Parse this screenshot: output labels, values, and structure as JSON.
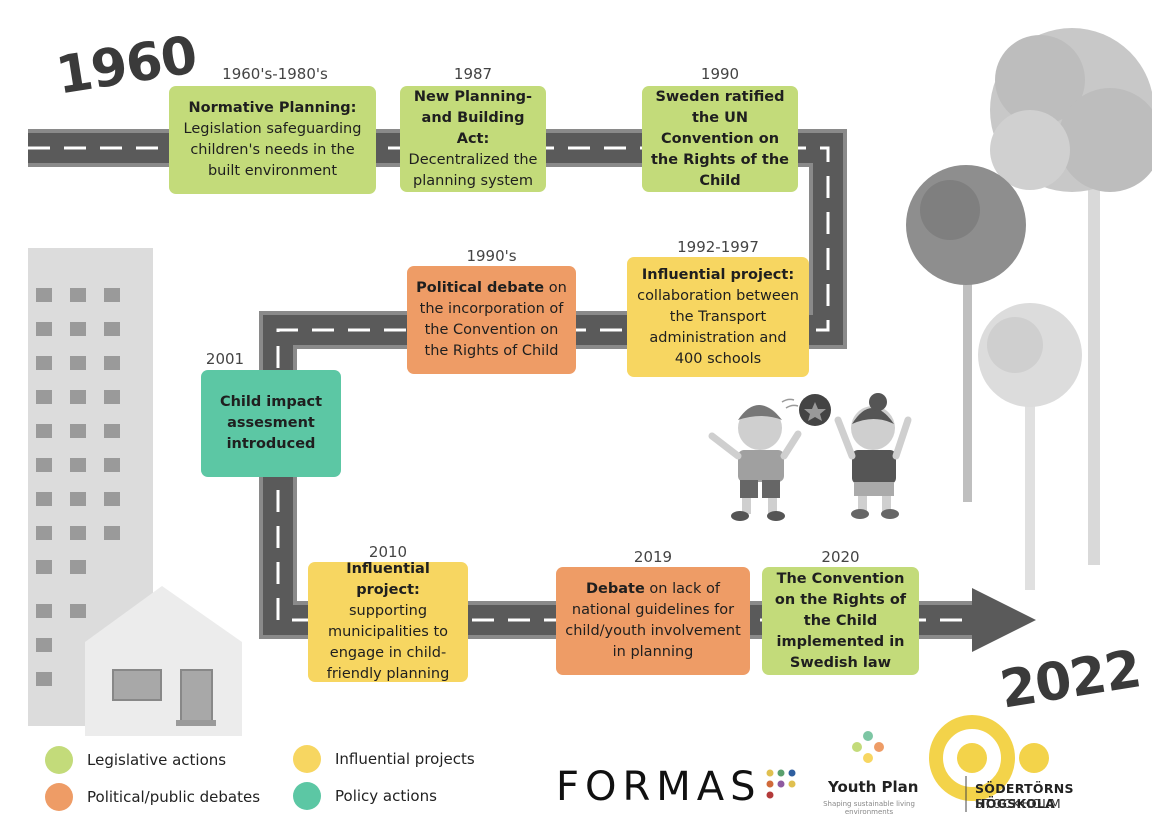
{
  "start_year": "1960",
  "end_year": "2022",
  "events": [
    {
      "year": "1960's-1980's",
      "bold": "Normative Planning:",
      "text": "Legislation safeguarding children's needs in the built environment"
    },
    {
      "year": "1987",
      "bold": "New Planning- and Building Act:",
      "text": "Decentralized the planning system"
    },
    {
      "year": "1990",
      "bold": "Sweden ratified the UN Convention on the Rights of the Child",
      "text": ""
    },
    {
      "year": "1990's",
      "bold": "Political debate",
      "text": " on the incorporation of the Convention on the Rights of Child"
    },
    {
      "year": "1992-1997",
      "bold": "Influential project:",
      "text": "collaboration between the Transport administration and 400 schools"
    },
    {
      "year": "2001",
      "bold": "Child impact assesment introduced",
      "text": ""
    },
    {
      "year": "2010",
      "bold": "Influential project:",
      "text": "supporting municipalities to engage in child-friendly planning"
    },
    {
      "year": "2019",
      "bold": "Debate",
      "text": " on lack of national guidelines for child/youth involvement in planning"
    },
    {
      "year": "2020",
      "bold": "The Convention on the Rights of the Child implemented in Swedish law",
      "text": ""
    }
  ],
  "legend": [
    {
      "label": "Legislative actions",
      "color": "#c3db7a"
    },
    {
      "label": "Influential projects",
      "color": "#f7d661"
    },
    {
      "label": "Political/public debates",
      "color": "#ee9c66"
    },
    {
      "label": "Policy actions",
      "color": "#5cc7a4"
    }
  ],
  "logos": {
    "formas": "FORMAS",
    "youth_plan": "Youth Plan",
    "youth_plan_tagline": "Shaping sustainable living environments",
    "school_line1": "SÖDERTÖRNS HÖGSKOLA",
    "school_line2": "STOCKHOLM"
  },
  "colors": {
    "legislative": "#c3db7a",
    "debate": "#ee9c66",
    "project": "#f7d661",
    "policy": "#5cc7a4",
    "road": "#555555",
    "road_edge": "#888888"
  }
}
